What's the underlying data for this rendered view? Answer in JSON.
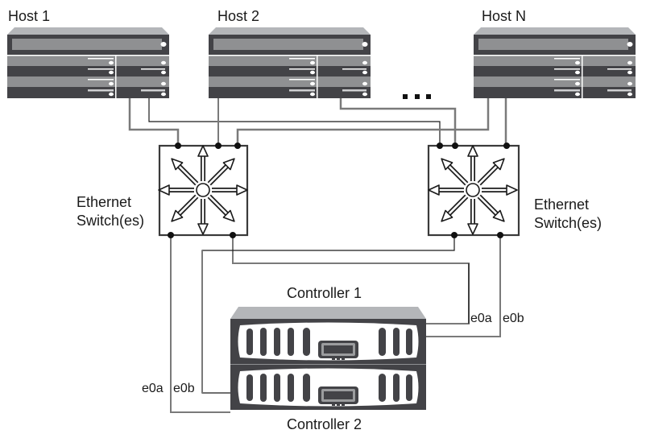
{
  "diagram": {
    "title": "Host to controller Ethernet switch cabling",
    "hosts": [
      {
        "id": "host1",
        "label": "Host 1"
      },
      {
        "id": "host2",
        "label": "Host 2"
      },
      {
        "id": "hostN",
        "label": "Host N"
      }
    ],
    "ellipsis_label": "more hosts",
    "switches": [
      {
        "id": "switch1",
        "label_line1": "Ethernet",
        "label_line2": "Switch(es)"
      },
      {
        "id": "switch2",
        "label_line1": "Ethernet",
        "label_line2": "Switch(es)"
      }
    ],
    "controllers": [
      {
        "id": "controller1",
        "label": "Controller 1",
        "ports": [
          "e0a",
          "e0b"
        ]
      },
      {
        "id": "controller2",
        "label": "Controller 2",
        "ports": [
          "e0a",
          "e0b"
        ]
      }
    ],
    "connections": [
      {
        "from": "host1",
        "to": "switch1"
      },
      {
        "from": "host1",
        "to": "switch2"
      },
      {
        "from": "host2",
        "to": "switch1"
      },
      {
        "from": "host2",
        "to": "switch2"
      },
      {
        "from": "hostN",
        "to": "switch1"
      },
      {
        "from": "hostN",
        "to": "switch2"
      },
      {
        "from": "switch1",
        "to": "controller1",
        "port": "e0a"
      },
      {
        "from": "switch2",
        "to": "controller1",
        "port": "e0b"
      },
      {
        "from": "switch1",
        "to": "controller2",
        "port": "e0a"
      },
      {
        "from": "switch2",
        "to": "controller2",
        "port": "e0b"
      }
    ],
    "colors": {
      "chassis_dark": "#434347",
      "chassis_mid": "#8f9092",
      "chassis_top": "#b4b6b9",
      "cable_gray": "#7a7a7a",
      "cable_black": "#1a1a1a"
    }
  }
}
